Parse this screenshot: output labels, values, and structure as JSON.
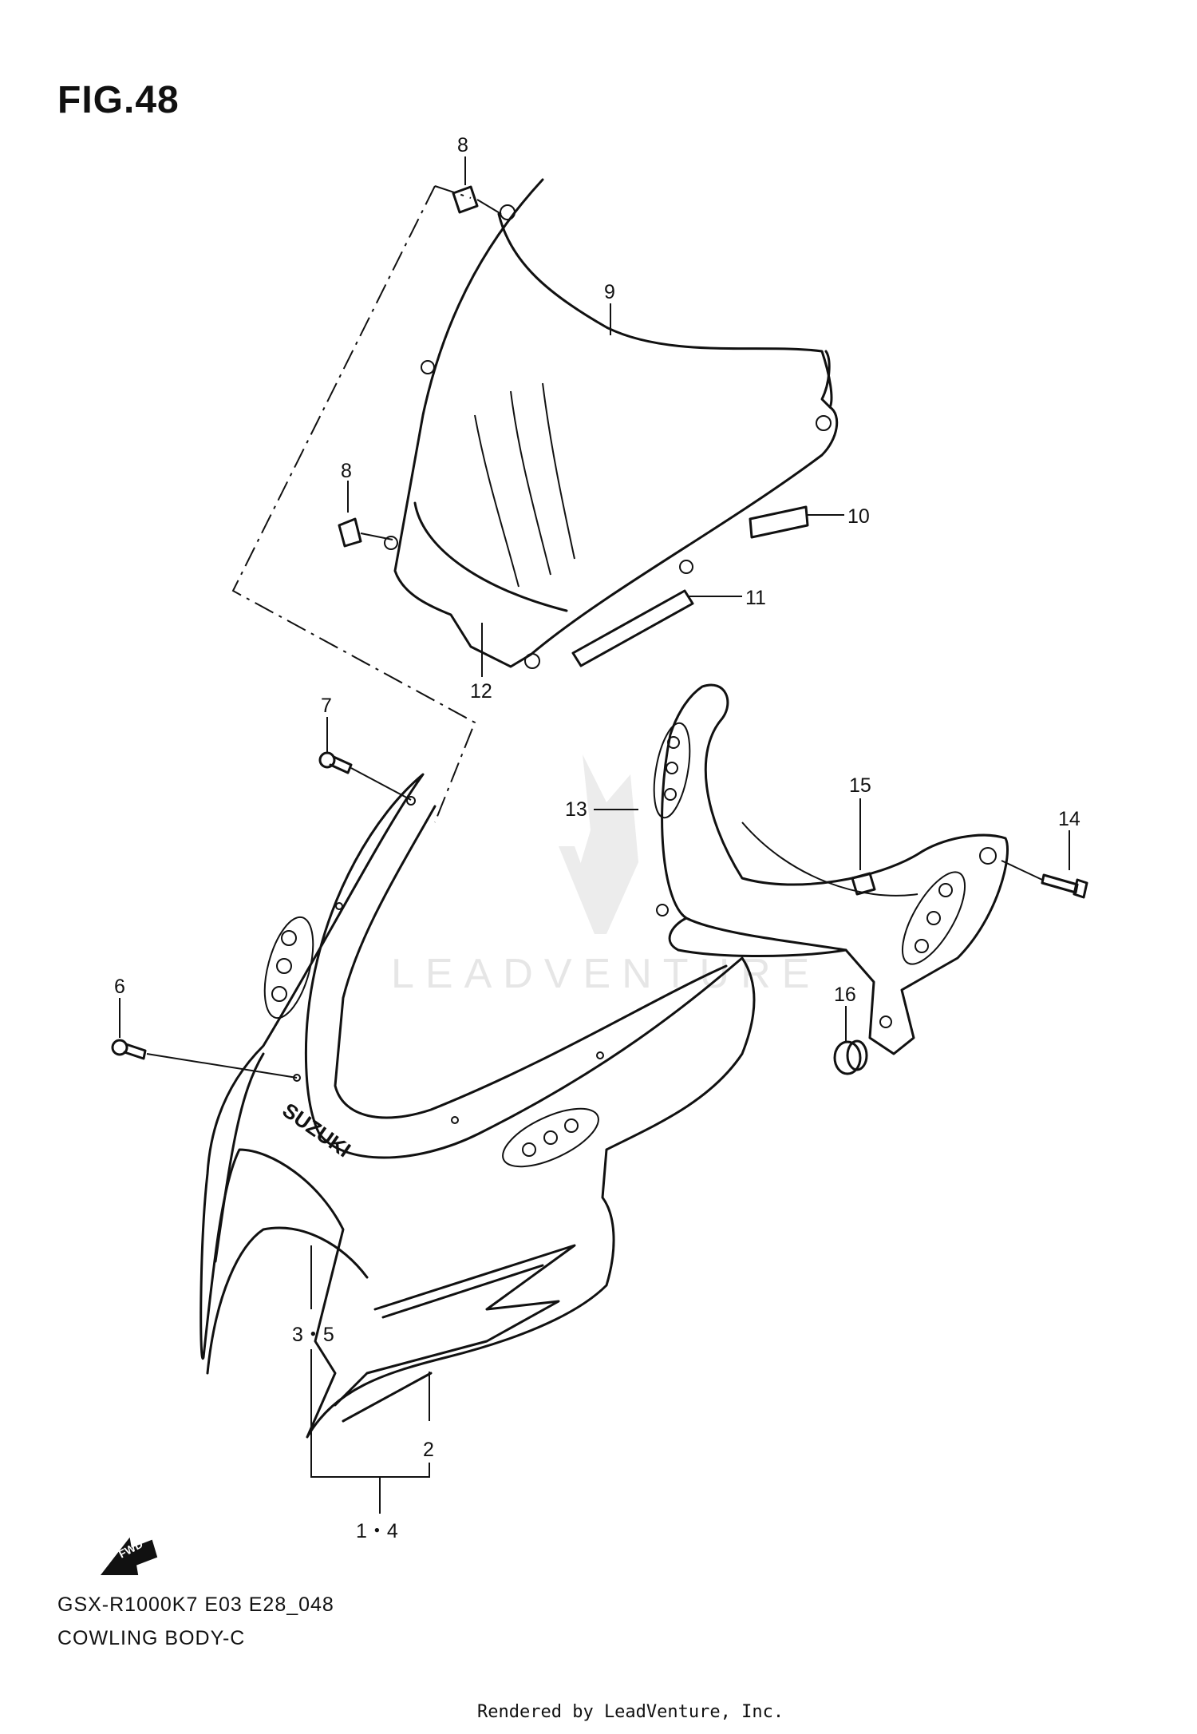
{
  "figure": {
    "title": "FIG.48",
    "model_code": "GSX-R1000K7 E03 E28_048",
    "section_name": "COWLING BODY-C",
    "rendered_by": "Rendered by LeadVenture, Inc.",
    "watermark": "LEADVENTURE",
    "fwd_label": "FWD",
    "brand_decal": "SUZUKI"
  },
  "callouts": [
    {
      "id": "c8a",
      "label": "8"
    },
    {
      "id": "c9",
      "label": "9"
    },
    {
      "id": "c8b",
      "label": "8"
    },
    {
      "id": "c10",
      "label": "10"
    },
    {
      "id": "c11",
      "label": "11"
    },
    {
      "id": "c12",
      "label": "12"
    },
    {
      "id": "c7",
      "label": "7"
    },
    {
      "id": "c13",
      "label": "13"
    },
    {
      "id": "c15",
      "label": "15"
    },
    {
      "id": "c14",
      "label": "14"
    },
    {
      "id": "c6",
      "label": "6"
    },
    {
      "id": "c16",
      "label": "16"
    },
    {
      "id": "c35",
      "label": "3・5"
    },
    {
      "id": "c2",
      "label": "2"
    },
    {
      "id": "c14b",
      "label": "1・4"
    }
  ]
}
